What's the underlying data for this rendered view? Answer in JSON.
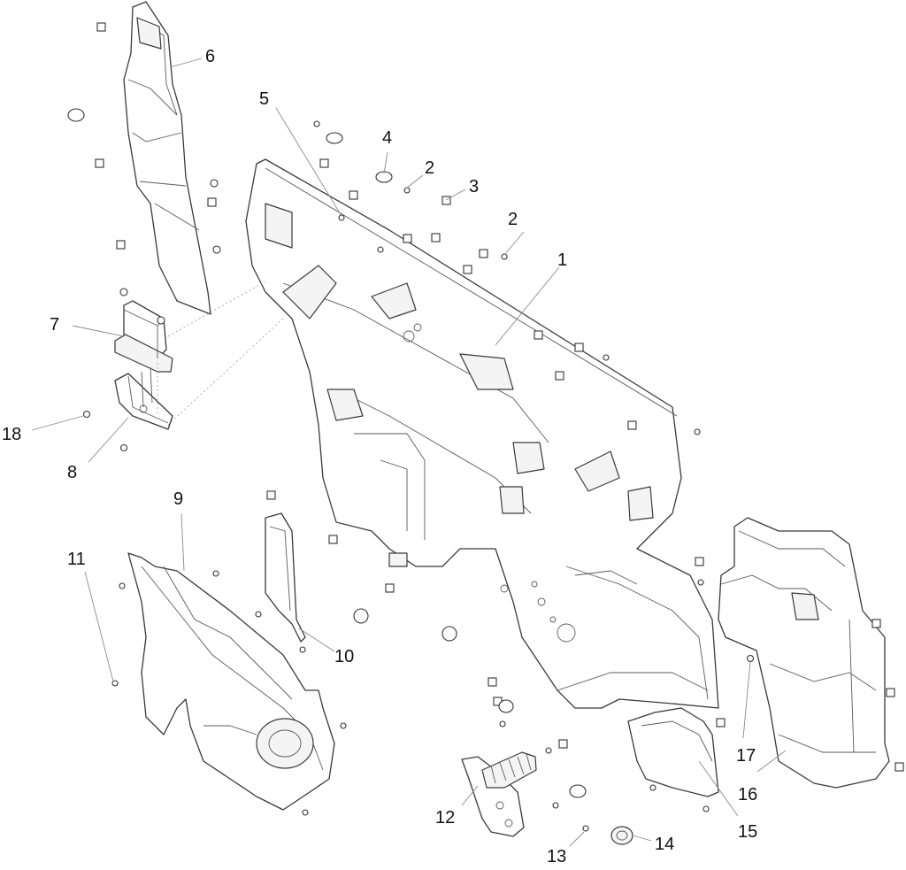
{
  "diagram": {
    "callouts": [
      {
        "id": "c1",
        "label": "1"
      },
      {
        "id": "c2a",
        "label": "2"
      },
      {
        "id": "c2b",
        "label": "2"
      },
      {
        "id": "c3",
        "label": "3"
      },
      {
        "id": "c4",
        "label": "4"
      },
      {
        "id": "c5",
        "label": "5"
      },
      {
        "id": "c6",
        "label": "6"
      },
      {
        "id": "c7",
        "label": "7"
      },
      {
        "id": "c8",
        "label": "8"
      },
      {
        "id": "c9",
        "label": "9"
      },
      {
        "id": "c10",
        "label": "10"
      },
      {
        "id": "c11",
        "label": "11"
      },
      {
        "id": "c12",
        "label": "12"
      },
      {
        "id": "c13",
        "label": "13"
      },
      {
        "id": "c14",
        "label": "14"
      },
      {
        "id": "c15",
        "label": "15"
      },
      {
        "id": "c16",
        "label": "16"
      },
      {
        "id": "c17",
        "label": "17"
      },
      {
        "id": "c18",
        "label": "18"
      }
    ]
  }
}
